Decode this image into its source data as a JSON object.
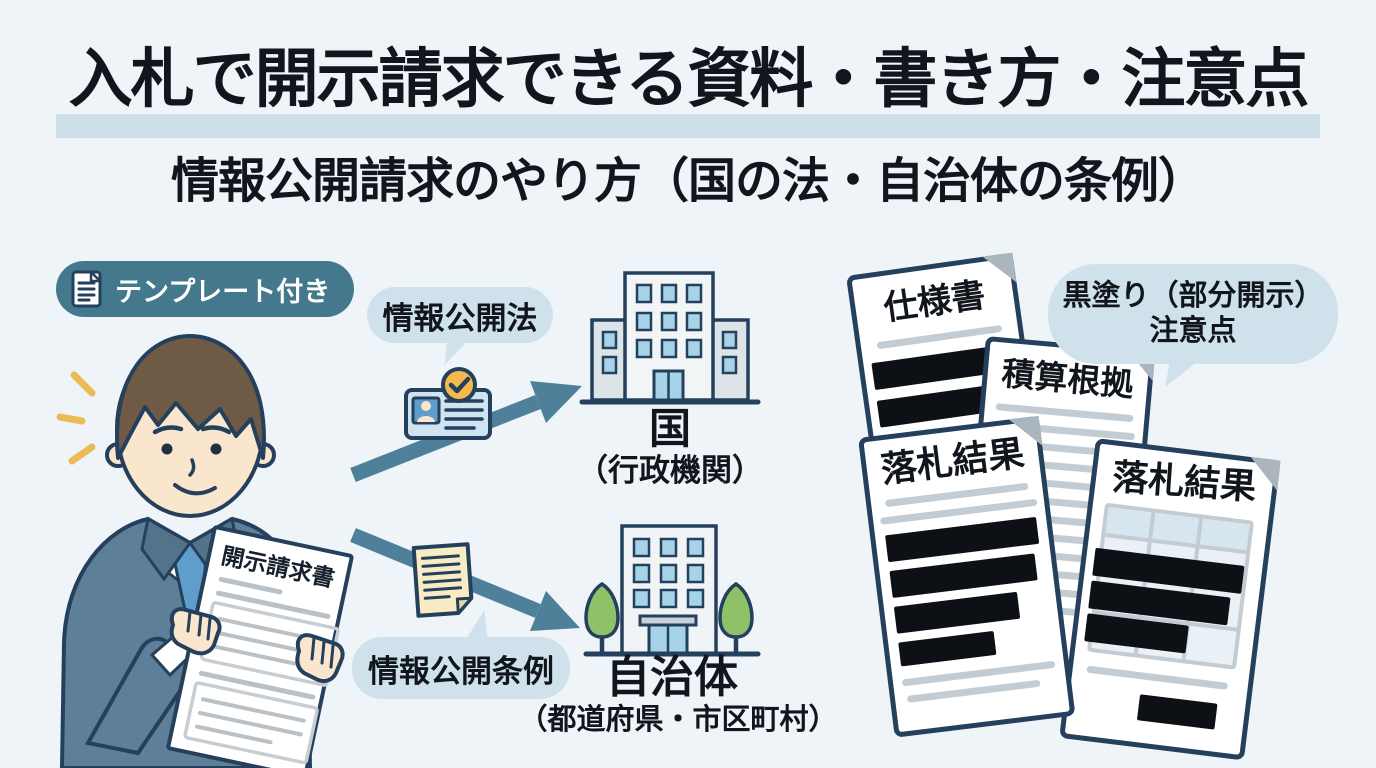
{
  "header": {
    "title": "入札で開示請求できる資料・書き方・注意点",
    "subtitle": "情報公開請求のやり方（国の法・自治体の条例）"
  },
  "badge": {
    "label": "テンプレート付き"
  },
  "flow": {
    "request_document_title": "開示請求書",
    "law_label": "情報公開法",
    "ordinance_label": "情報公開条例",
    "national_building": {
      "name": "国",
      "subtitle": "（行政機関）"
    },
    "municipal_building": {
      "name": "自治体",
      "subtitle": "（都道府県・市区町村）"
    }
  },
  "disclosure_documents": {
    "note_bubble": {
      "line1": "黒塗り（部分開示）",
      "line2": "注意点"
    },
    "items": [
      {
        "title": "仕様書"
      },
      {
        "title": "積算根拠"
      },
      {
        "title": "落札結果"
      },
      {
        "title": "落札結果"
      }
    ]
  },
  "colors": {
    "background": "#eef4f8",
    "title_highlight": "#cddfe9",
    "badge_teal": "#44798d",
    "bubble_blue": "#cfe2eb",
    "arrow_teal": "#4e8199",
    "outline_navy": "#24405c",
    "redaction_black": "#0d1116",
    "window_blue": "#a6d3e8",
    "building_gray": "#dde4e8",
    "tree_green": "#8dc268",
    "suit_blue": "#5d7f97",
    "tie_blue": "#5f9dcb",
    "skin": "#f9e6cc",
    "hair_brown": "#6e5a45",
    "paper_cream": "#f8ecc4",
    "accent_yellow": "#ecbb55"
  }
}
